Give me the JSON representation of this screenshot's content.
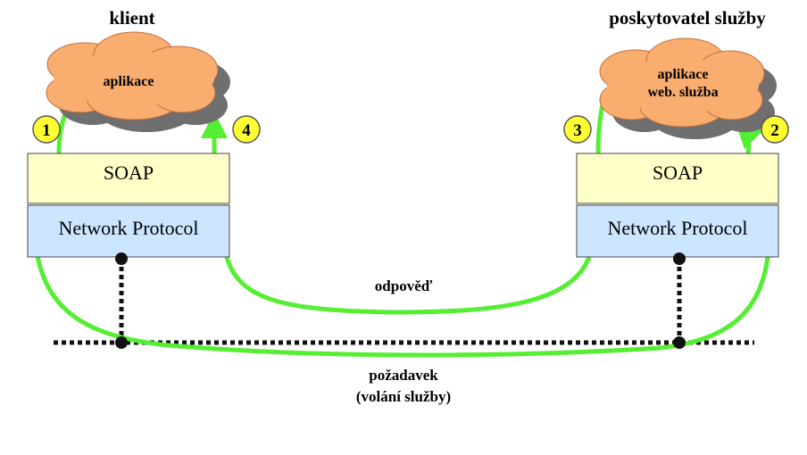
{
  "client": {
    "title": "klient",
    "app_label": "aplikace",
    "soap_label": "SOAP",
    "network_label": "Network Protocol",
    "badge_out": "1",
    "badge_in": "4"
  },
  "provider": {
    "title": "poskytovatel služby",
    "app_line1": "aplikace",
    "app_line2": "web. služba",
    "soap_label": "SOAP",
    "network_label": "Network Protocol",
    "badge_out": "3",
    "badge_in": "2"
  },
  "flows": {
    "response_label": "odpověď",
    "request_line1": "požadavek",
    "request_line2": "(volání služby)"
  },
  "colors": {
    "cloud_fill": "#f9ad6e",
    "cloud_shadow": "#6f6f6f",
    "soap_fill": "#ffffc8",
    "network_fill": "#cce6ff",
    "flow_line": "#55ee33",
    "badge_fill": "#ffff33",
    "network_bus": "#111111"
  }
}
